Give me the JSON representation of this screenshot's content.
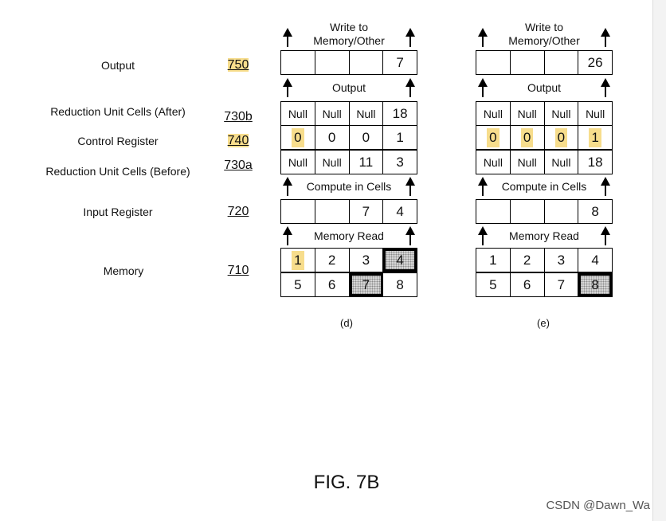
{
  "figure_caption": "FIG. 7B",
  "watermark": "CSDN @Dawn_Wa",
  "rows": [
    {
      "label": "Output",
      "ref": "750",
      "highlight": true
    },
    {
      "label": "Reduction Unit Cells (After)",
      "ref": "730b",
      "highlight": false
    },
    {
      "label": "Control Register",
      "ref": "740",
      "highlight": true
    },
    {
      "label": "Reduction Unit Cells (Before)",
      "ref": "730a",
      "highlight": false
    },
    {
      "label": "Input Register",
      "ref": "720",
      "highlight": false
    },
    {
      "label": "Memory",
      "ref": "710",
      "highlight": false
    }
  ],
  "captions": {
    "write_to": [
      "Write to",
      "Memory/Other"
    ],
    "output": "Output",
    "compute": "Compute in Cells",
    "memory_read": "Memory Read"
  },
  "panels": [
    {
      "label": "(d)",
      "output": [
        "",
        "",
        "",
        "7"
      ],
      "after": [
        "Null",
        "Null",
        "Null",
        "18"
      ],
      "control": [
        "0",
        "0",
        "0",
        "1"
      ],
      "control_highlight": [
        true,
        false,
        false,
        false
      ],
      "before": [
        "Null",
        "Null",
        "11",
        "3"
      ],
      "input": [
        "",
        "",
        "7",
        "4"
      ],
      "memory_row1": [
        "1",
        "2",
        "3",
        "4"
      ],
      "memory_row2": [
        "5",
        "6",
        "7",
        "8"
      ],
      "memory_row1_highlight": [
        true,
        false,
        false,
        false
      ],
      "memory_row1_shaded": [
        false,
        false,
        false,
        true
      ],
      "memory_row2_shaded": [
        false,
        false,
        true,
        false
      ]
    },
    {
      "label": "(e)",
      "output": [
        "",
        "",
        "",
        "26"
      ],
      "after": [
        "Null",
        "Null",
        "Null",
        "Null"
      ],
      "control": [
        "0",
        "0",
        "0",
        "1"
      ],
      "control_highlight": [
        true,
        true,
        true,
        true
      ],
      "before": [
        "Null",
        "Null",
        "Null",
        "18"
      ],
      "input": [
        "",
        "",
        "",
        "8"
      ],
      "memory_row1": [
        "1",
        "2",
        "3",
        "4"
      ],
      "memory_row2": [
        "5",
        "6",
        "7",
        "8"
      ],
      "memory_row1_highlight": [
        false,
        false,
        false,
        false
      ],
      "memory_row1_shaded": [
        false,
        false,
        false,
        false
      ],
      "memory_row2_shaded": [
        false,
        false,
        false,
        true
      ]
    }
  ]
}
